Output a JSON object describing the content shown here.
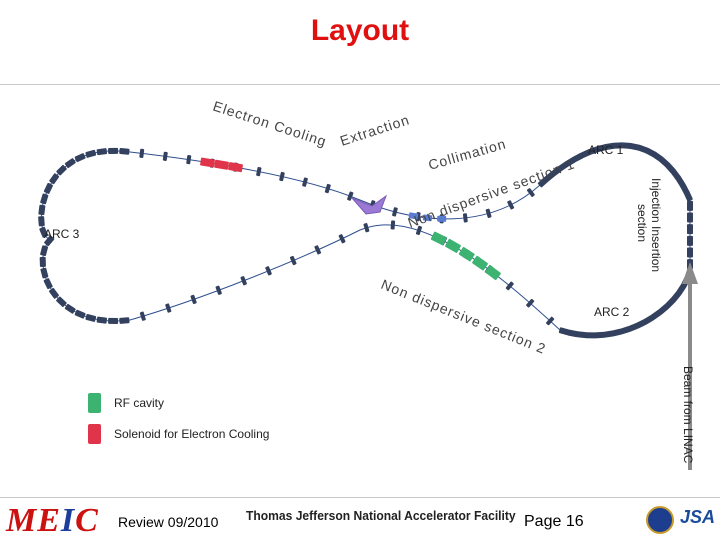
{
  "slide": {
    "title": "Layout"
  },
  "labels": {
    "electron_cooling": "Electron Cooling",
    "extraction": "Extraction",
    "collimation": "Collimation",
    "arc1": "ARC 1",
    "arc2": "ARC 2",
    "arc3": "ARC 3",
    "ndsec1": "Non dispersive section 1",
    "ndsec2": "Non dispersive section 2",
    "injection_line1": "Injection Insertion",
    "injection_line2": "section",
    "beam_from_linac": "Beam from LINAC"
  },
  "legend": {
    "rf_cavity": "RF cavity",
    "solenoid": "Solenoid for Electron Cooling"
  },
  "colors": {
    "title": "#e01010",
    "rf_cavity": "#3cb371",
    "solenoid": "#e0344a",
    "quad": "#33415f",
    "dipole_blue": "#5a7bd0",
    "beamline": "#2f4f8f",
    "injection_arrow": "#7a7a7a"
  },
  "footer": {
    "logo_part1": "ME",
    "logo_part2": "I",
    "logo_part3": "C",
    "review": "Review 09/2010",
    "facility": "Thomas Jefferson National Accelerator Facility",
    "page": "Page 16",
    "jsa": "JSA",
    "seal_icon": "doe-seal-icon"
  }
}
